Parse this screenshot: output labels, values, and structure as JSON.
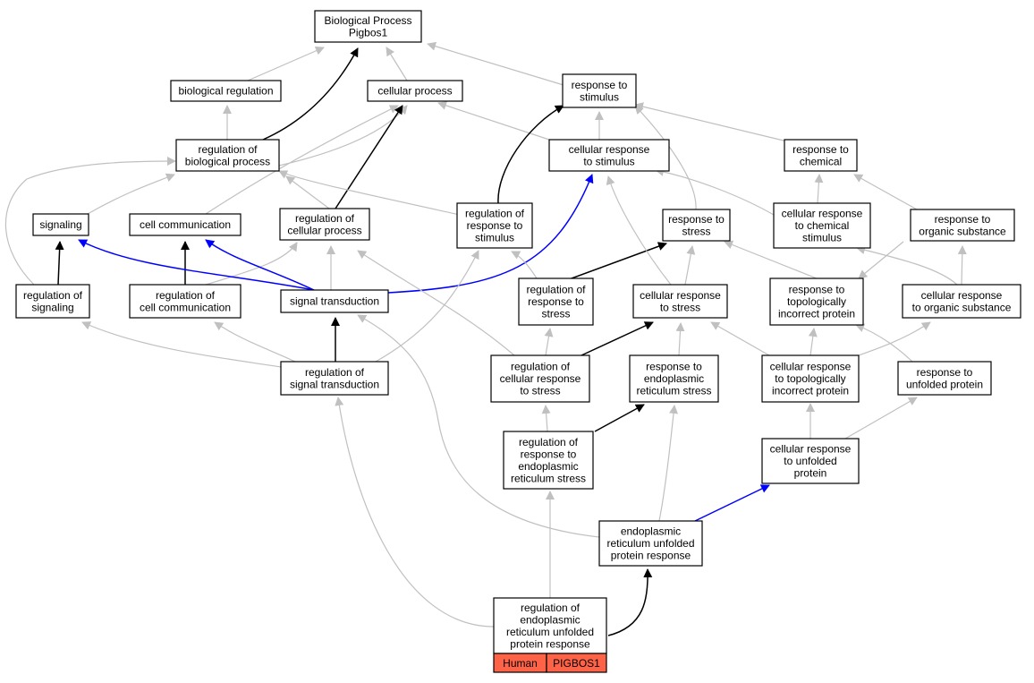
{
  "graph": {
    "root": "Biological Process\nPigbos1",
    "nodes": {
      "root": "Biological Process\nPigbos1",
      "bioreg": "biological regulation",
      "cellproc": "cellular process",
      "respstim": "response to\nstimulus",
      "regbio": "regulation of\nbiological process",
      "cellrespstim": "cellular response\nto stimulus",
      "respchem": "response to\nchemical",
      "signaling": "signaling",
      "cellcomm": "cell communication",
      "regcellproc": "regulation of\ncellular process",
      "regrespstim": "regulation of\nresponse to\nstimulus",
      "respstress": "response to\nstress",
      "cellrespchem": "cellular response\nto chemical\nstimulus",
      "resporg": "response to\norganic substance",
      "regsig": "regulation of\nsignaling",
      "regcellcomm": "regulation of\ncell communication",
      "sigtrans": "signal transduction",
      "regrespstress": "regulation of\nresponse to\nstress",
      "cellrespstress": "cellular response\nto stress",
      "resptopo": "response to\ntopologically\nincorrect protein",
      "cellresporg": "cellular response\nto organic substance",
      "regsigtrans": "regulation of\nsignal transduction",
      "regcellrespstress": "regulation of\ncellular response\nto stress",
      "respers": "response to\nendoplasmic\nreticulum stress",
      "cellresptopo": "cellular response\nto topologically\nincorrect protein",
      "respunf": "response to\nunfolded protein",
      "regresps_er": "regulation of\nresponse to\nendoplasmic\nreticulum stress",
      "cellrespunf": "cellular response\nto unfolded\nprotein",
      "erupr": "endoplasmic\nreticulum unfolded\nprotein response",
      "regerupr": "regulation of\nendoplasmic\nreticulum unfolded\nprotein response"
    },
    "gene_table": {
      "species": "Human",
      "gene": "PIGBOS1",
      "fill": "#ff6347"
    },
    "colors": {
      "gray_edge": "#c0c0c0",
      "black_edge": "#000000",
      "blue_edge": "#0000ff"
    }
  }
}
